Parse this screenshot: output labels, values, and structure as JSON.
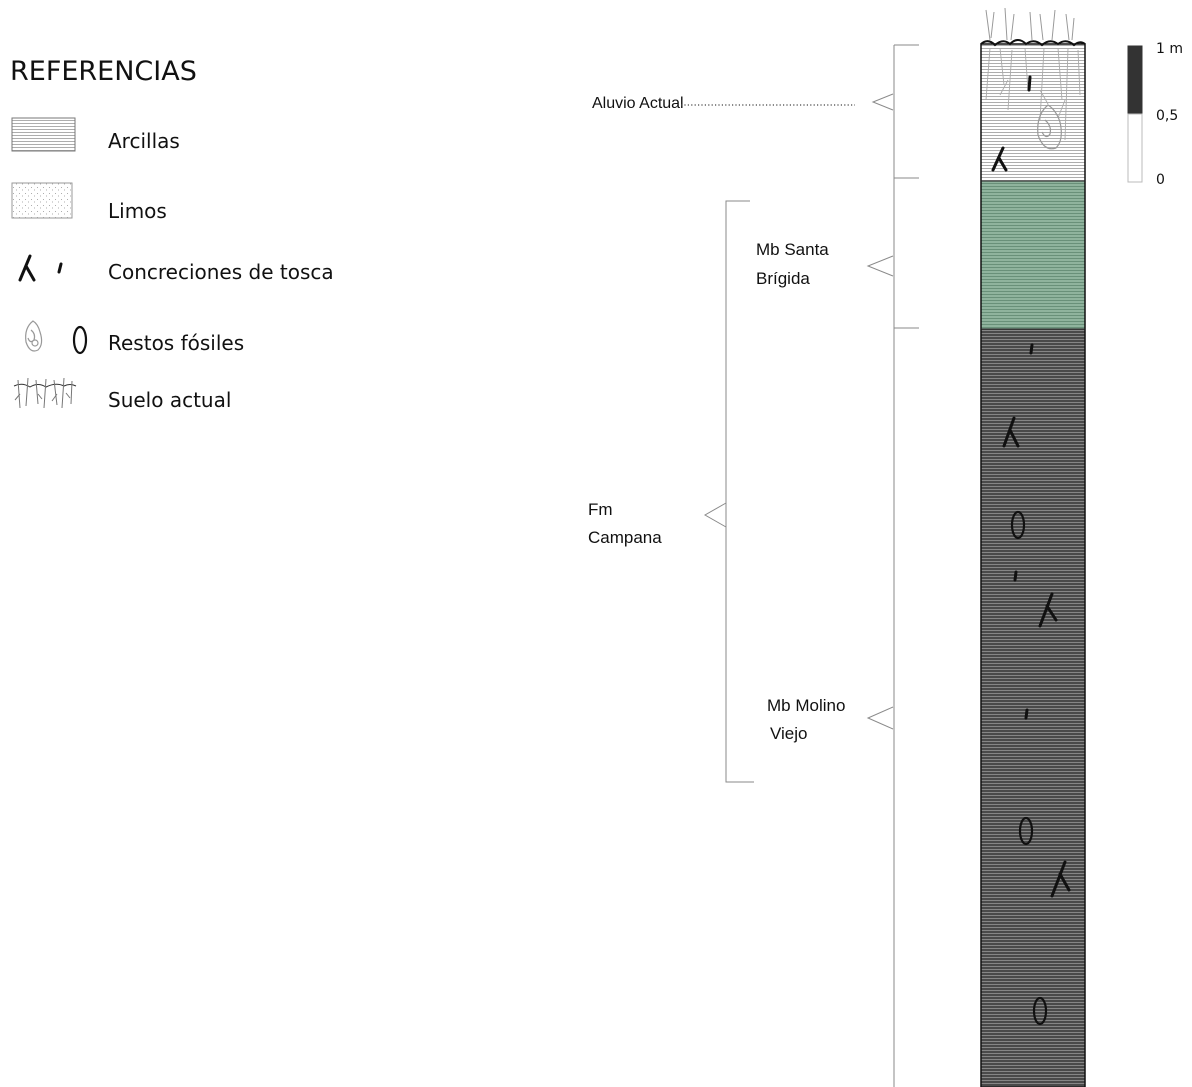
{
  "legend": {
    "title": "REFERENCIAS",
    "items": [
      {
        "key": "arcillas",
        "label": "Arcillas"
      },
      {
        "key": "limos",
        "label": "Limos"
      },
      {
        "key": "tosca",
        "label": "Concreciones de tosca"
      },
      {
        "key": "fosiles",
        "label": "Restos fósiles"
      },
      {
        "key": "suelo",
        "label": "Suelo actual"
      }
    ]
  },
  "units": {
    "aluvio": {
      "label": "Aluvio Actual"
    },
    "santa_brigida": {
      "line1": "Mb Santa",
      "line2": "Brígida"
    },
    "campana": {
      "line1": "Fm",
      "line2": "Campana"
    },
    "molino_viejo": {
      "line1": "Mb Molino",
      "line2": "Viejo"
    }
  },
  "scale": {
    "top": "1 m",
    "mid": "0,5",
    "bottom": "0"
  },
  "colors": {
    "aluvio_fill": "#ffffff",
    "santa_brigida_fill": "#8fb39d",
    "molino_viejo_fill": "#4a4a4a",
    "line": "#8a8a8a",
    "ink": "#111111"
  }
}
